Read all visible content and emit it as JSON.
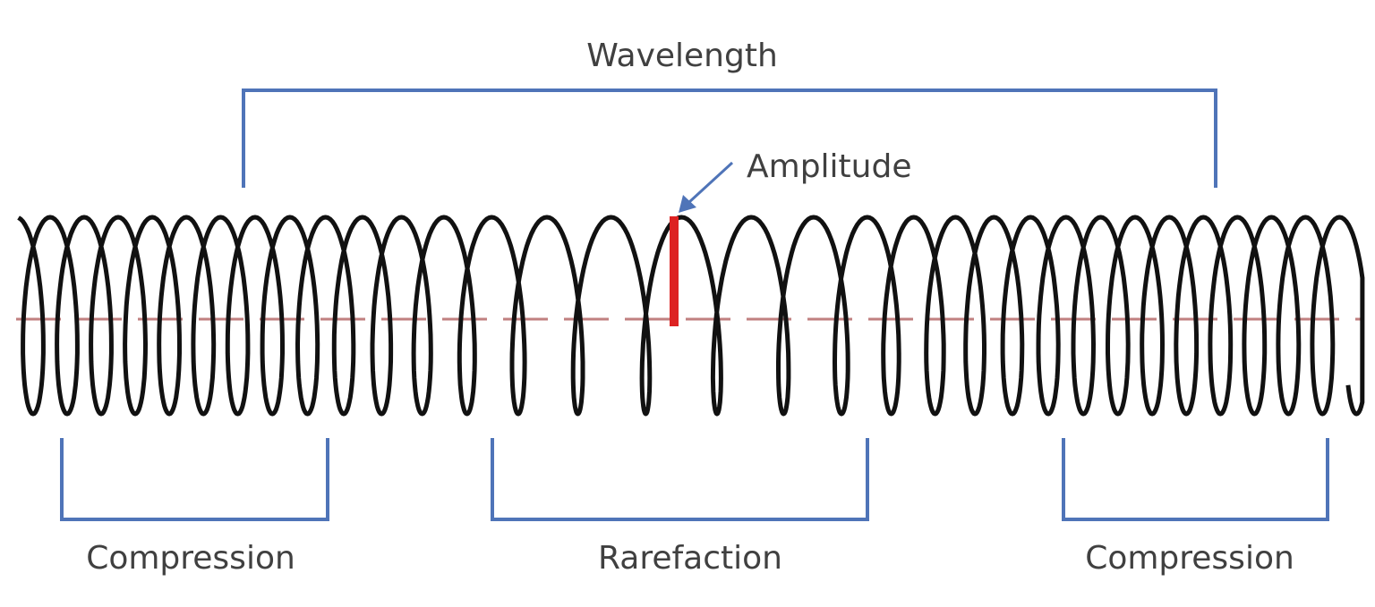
{
  "labels": {
    "wavelength": "Wavelength",
    "amplitude": "Amplitude",
    "compression_left": "Compression",
    "rarefaction": "Rarefaction",
    "compression_right": "Compression"
  },
  "colors": {
    "bracket": "#4f74b8",
    "spring": "#111111",
    "amplitude_marker": "#dd2222",
    "equilibrium_line": "#c08080"
  }
}
